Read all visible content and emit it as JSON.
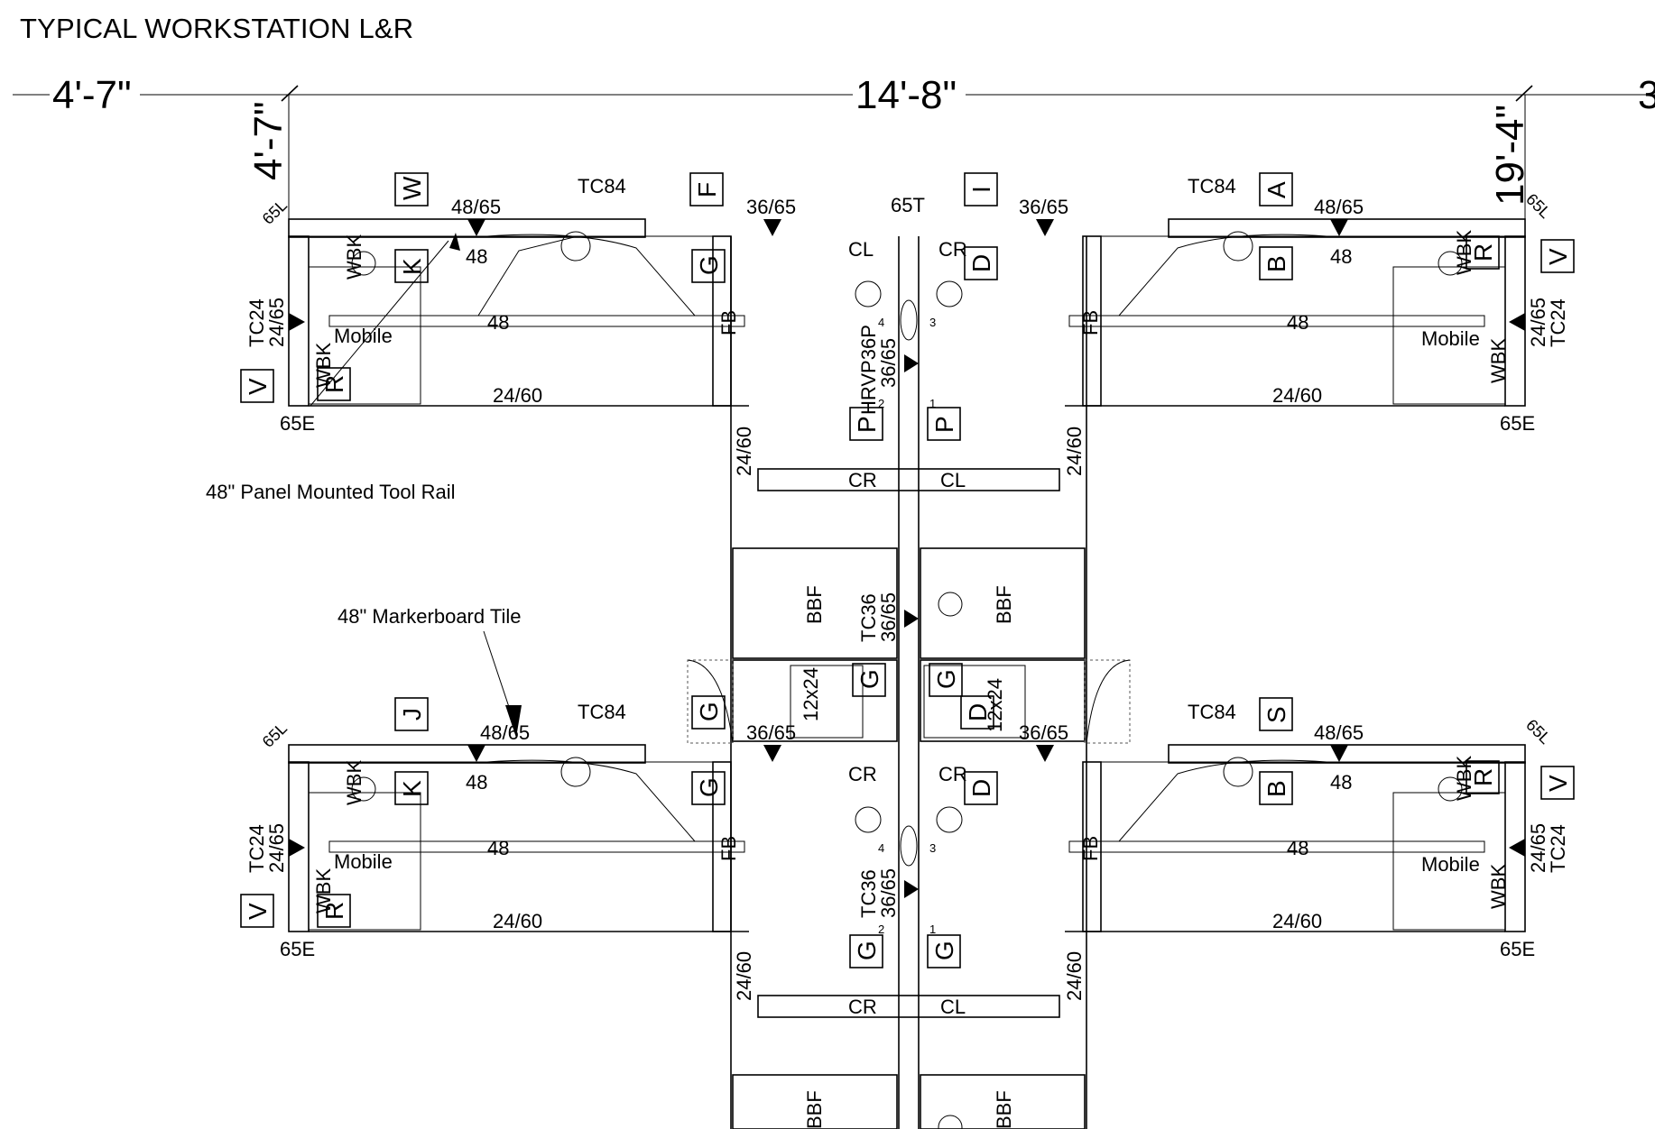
{
  "title": "TYPICAL WORKSTATION L&R",
  "dimensions": {
    "left": "4'-7\"",
    "center": "14'-8\"",
    "vertical_left": "4'-7\"",
    "vertical_right": "19'-4\"",
    "right_cut": "3"
  },
  "callouts": {
    "tool_rail": "48\" Panel Mounted Tool Rail",
    "markerboard": "48\" Markerboard Tile"
  },
  "labels": {
    "tc84": "TC84",
    "tc24": "TC24",
    "tc36": "TC36",
    "t4865": "48/65",
    "t3665": "36/65",
    "t2465": "24/65",
    "t2460": "24/60",
    "t65l": "65L",
    "t65e": "65E",
    "t65t": "65T",
    "t48": "48",
    "mobile": "Mobile",
    "wbk": "WBK",
    "fb": "FB",
    "bbf": "BBF",
    "cl": "CL",
    "cr": "CR",
    "t12x24": "12x24",
    "hrvp36p": "HRVP36P",
    "n1": "1",
    "n2": "2",
    "n3": "3",
    "n4": "4"
  },
  "tags": {
    "W": "W",
    "F": "F",
    "I": "I",
    "A": "A",
    "K": "K",
    "G": "G",
    "D": "D",
    "B": "B",
    "V": "V",
    "R": "R",
    "P": "P",
    "J": "J",
    "S": "S"
  }
}
